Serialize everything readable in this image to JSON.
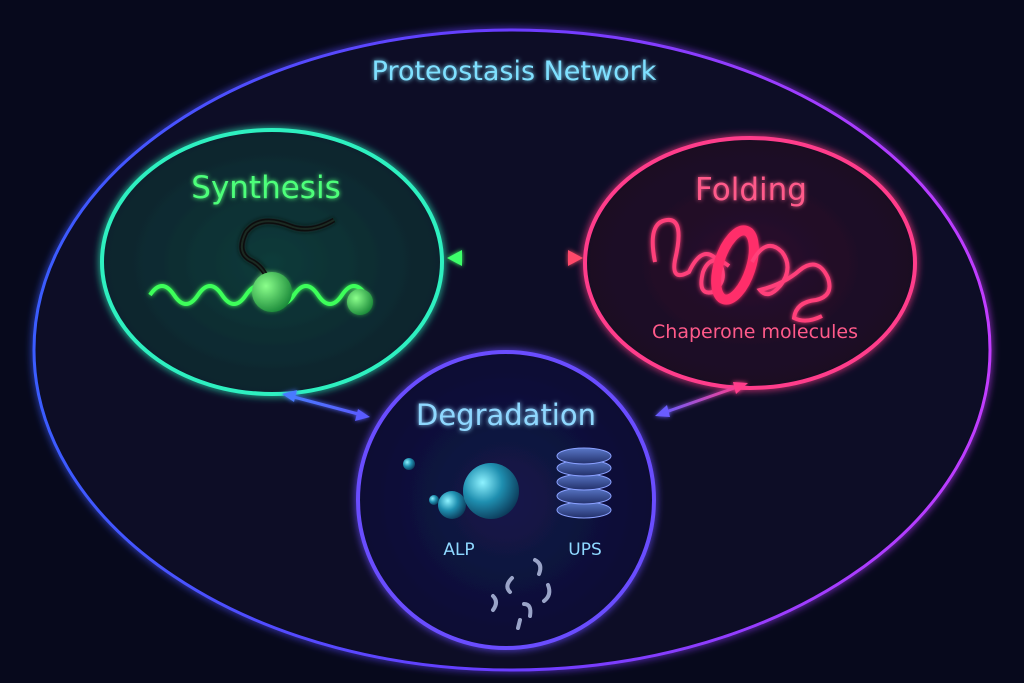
{
  "network": {
    "title": "Proteostasis Network",
    "title_color": "#7fe0ff"
  },
  "synthesis": {
    "label": "Synthesis",
    "color": "#27e8b0",
    "text_color": "#4dff7a"
  },
  "folding": {
    "label": "Folding",
    "sublabel": "Chaperone molecules",
    "color": "#ff3d8b",
    "text_color": "#ff5a8a"
  },
  "degradation": {
    "label": "Degradation",
    "color": "#6a4dff",
    "text_color": "#8fd8ff",
    "alp_label": "ALP",
    "ups_label": "UPS"
  },
  "icons": [
    "ribosome-mrna-icon",
    "folding-chain-icon",
    "vesicle-icon",
    "proteasome-icon",
    "peptide-fragments-icon"
  ]
}
